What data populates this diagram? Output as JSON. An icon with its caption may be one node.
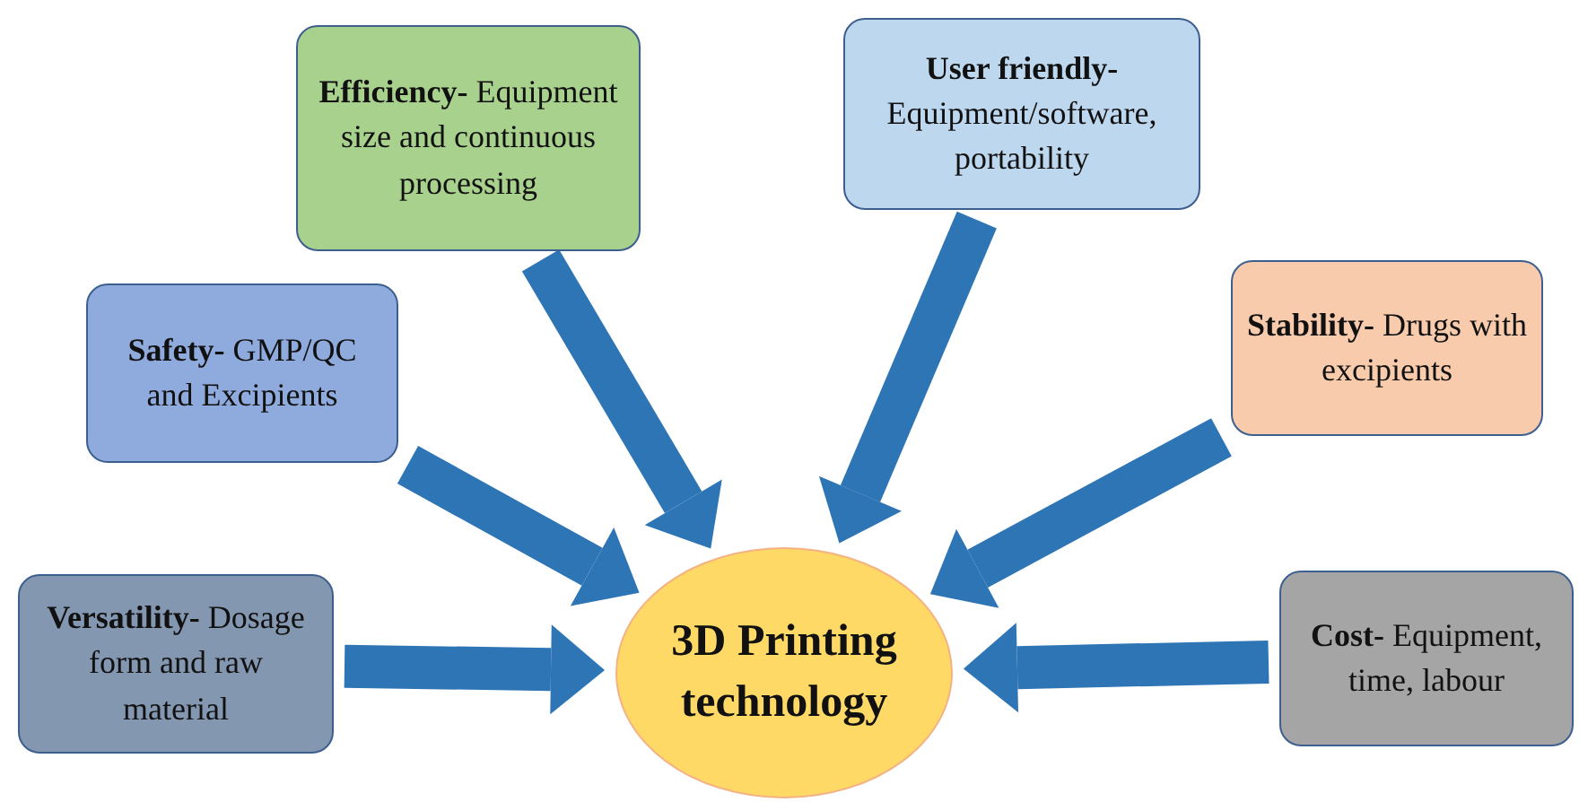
{
  "diagram": {
    "nodes": [
      {
        "text": [
          "**Versatility-** Dosage form and raw material"
        ]
      },
      {
        "text": [
          "**Safety-** GMP/QC and Excipients"
        ]
      },
      {
        "text": [
          "**Efficiency-** Equipment size and continuous processing"
        ]
      },
      {
        "text": [
          "**User friendly-** Equipment/software, portability"
        ]
      },
      {
        "text": [
          "**Stability-** Drugs with excipients"
        ]
      },
      {
        "text": [
          "**Cost-** Equipment, time, labour"
        ]
      },
      {
        "text": [
          "3D Printing technology"
        ]
      }
    ],
    "edges": [
      {
        "from": 0,
        "to": 6,
        "arrow": "to"
      },
      {
        "from": 1,
        "to": 6,
        "arrow": "to"
      },
      {
        "from": 2,
        "to": 6,
        "arrow": "to"
      },
      {
        "from": 3,
        "to": 6,
        "arrow": "to"
      },
      {
        "from": 4,
        "to": 6,
        "arrow": "to"
      },
      {
        "from": 5,
        "to": 6,
        "arrow": "to"
      }
    ]
  }
}
